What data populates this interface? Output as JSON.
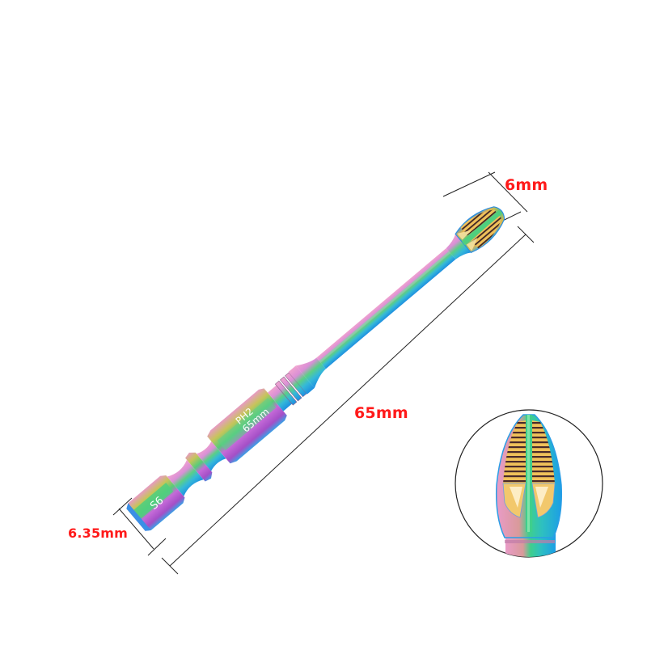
{
  "product": {
    "type": "phillips-screwdriver-bit",
    "finish": "iridescent rainbow titanium coating",
    "engraving_head": "PH2",
    "engraving_length": "65mm",
    "engraving_shank": "S6"
  },
  "dimensions": {
    "tip_width": "6mm",
    "total_length": "65mm",
    "hex_shank": "6.35mm"
  },
  "colors": {
    "dimension_text": "#ff1a1a",
    "dimension_line": "#222222",
    "coat_pink": "#e58fc4",
    "coat_green": "#4fcf8a",
    "coat_blue": "#2aa9e8",
    "coat_gold": "#e8b24a",
    "coat_purple": "#b25ad0"
  },
  "inset": {
    "description": "close-up of PH2 tip in circular magnifier"
  }
}
